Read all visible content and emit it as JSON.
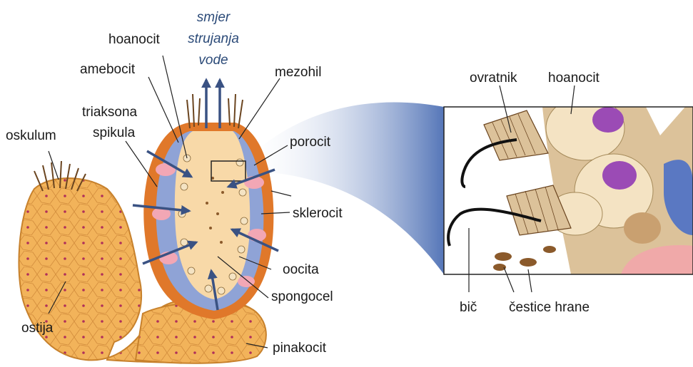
{
  "labels": {
    "flow_line1": "smjer",
    "flow_line2": "strujanja",
    "flow_line3": "vode",
    "hoanocit": "hoanocit",
    "amebocit": "amebocit",
    "mezohil": "mezohil",
    "triaksona_line1": "triaksona",
    "triaksona_line2": "spikula",
    "oskulum": "oskulum",
    "porocit": "porocit",
    "sklerocit": "sklerocit",
    "oocita": "oocita",
    "spongocel": "spongocel",
    "ostija": "ostija",
    "pinakocit": "pinakocit"
  },
  "inset_labels": {
    "ovratnik": "ovratnik",
    "hoanocit": "hoanocit",
    "bic": "bič",
    "cestice_hrane": "čestice hrane"
  },
  "colors": {
    "body": "#f2b35a",
    "body_outline": "#c7812c",
    "mesohyl": "#8fa3d6",
    "spongocoel": "#f8d9a8",
    "wall": "#e0782a",
    "pink_cells": "#f2a7b5",
    "arrows": "#3a5283",
    "inset_bg": "#dcc29a",
    "nucleus": "#9b4bb5"
  }
}
